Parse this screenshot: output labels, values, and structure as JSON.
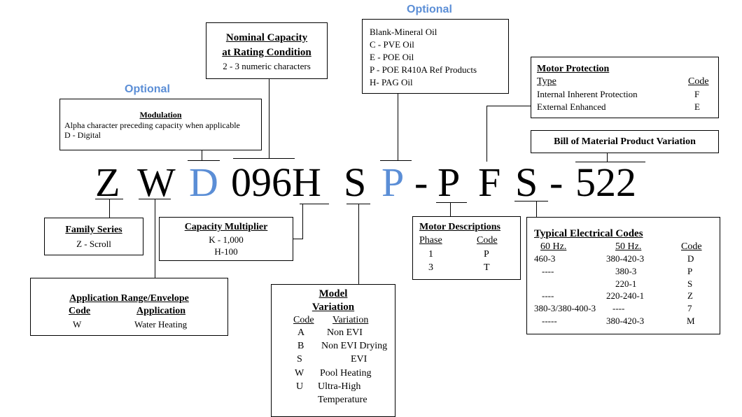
{
  "model_code": {
    "chars": [
      "Z",
      "W",
      "D",
      "096H",
      "S",
      "P",
      "-",
      "P",
      "F",
      "S",
      "-",
      "522"
    ]
  },
  "optional_labels": {
    "modulation": "Optional",
    "oil": "Optional"
  },
  "modulation": {
    "title": "Modulation",
    "line1": "Alpha character preceding  capacity when applicable",
    "line2": "D - Digital"
  },
  "nominal_capacity": {
    "title1": "Nominal Capacity",
    "title2": "at Rating Condition",
    "desc": "2 - 3 numeric characters"
  },
  "oil": {
    "items": [
      "Blank-Mineral Oil",
      "C - PVE Oil",
      "E -  POE Oil",
      "P - POE R410A Ref Products",
      "H- PAG Oil"
    ]
  },
  "motor_protection": {
    "title": "Motor Protection",
    "type_header": "Type",
    "code_header": "Code",
    "rows": [
      {
        "type": "Internal Inherent Protection",
        "code": "F"
      },
      {
        "type": "External Enhanced",
        "code": "E"
      }
    ]
  },
  "bom": {
    "title": "Bill of Material Product Variation"
  },
  "family_series": {
    "title": "Family Series",
    "value": "Z - Scroll"
  },
  "capacity_multiplier": {
    "title": "Capacity Multiplier",
    "line1": "K - 1,000",
    "line2": "H-100"
  },
  "application": {
    "title": "Application Range/Envelope",
    "code_header": "Code",
    "app_header": "Application",
    "rows": [
      {
        "code": "W",
        "app": "Water Heating"
      }
    ]
  },
  "model_variation": {
    "title1": "Model",
    "title2": "Variation",
    "code_header": "Code",
    "var_header": "Variation",
    "rows": [
      {
        "code": "A",
        "var": "Non EVI"
      },
      {
        "code": "B",
        "var": "Non EVI Drying"
      },
      {
        "code": "S",
        "var": "EVI"
      },
      {
        "code": "W",
        "var": "Pool Heating"
      },
      {
        "code": "U",
        "var": "Ultra-High"
      },
      {
        "code": "",
        "var": "Temperature"
      }
    ]
  },
  "motor_descriptions": {
    "title": "Motor Descriptions",
    "phase_header": "Phase",
    "code_header": "Code",
    "rows": [
      {
        "phase": "1",
        "code": "P"
      },
      {
        "phase": "3",
        "code": "T"
      }
    ]
  },
  "electrical": {
    "title": "Typical Electrical Codes",
    "h60": "60 Hz.",
    "h50": "50 Hz.",
    "hcode": "Code",
    "rows": [
      {
        "a": "460-3",
        "b": "380-420-3",
        "c": "D"
      },
      {
        "a": "----",
        "b": "380-3",
        "c": "P"
      },
      {
        "a": "",
        "b": "220-1",
        "c": "S"
      },
      {
        "a": "----",
        "b": "220-240-1",
        "c": "Z"
      },
      {
        "a": "380-3/380-400-3",
        "b": "----",
        "c": "7"
      },
      {
        "a": "-----",
        "b": "380-420-3",
        "c": "M"
      }
    ]
  },
  "colors": {
    "accent": "#5b8ed6",
    "text": "#000000",
    "background": "#ffffff"
  }
}
